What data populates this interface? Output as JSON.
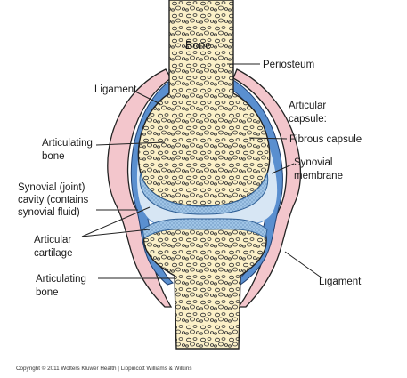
{
  "labels": {
    "bone_top": "Bone",
    "periosteum": "Periosteum",
    "ligament_top": "Ligament",
    "articular_capsule": [
      "Articular",
      "capsule:"
    ],
    "articulating_bone_top": [
      "Articulating",
      "bone"
    ],
    "fibrous_capsule": "Fibrous capsule",
    "synovial_membrane": [
      "Synovial",
      "membrane"
    ],
    "synovial_cavity": [
      "Synovial (joint)",
      "cavity (contains",
      "synovial fluid)"
    ],
    "articular_cartilage": [
      "Articular",
      "cartilage"
    ],
    "articulating_bone_bottom": [
      "Articulating",
      "bone"
    ],
    "ligament_bottom": "Ligament"
  },
  "copyright": "Copyright © 2011 Wolters Kluwer Health | Lippincott Williams & Wilkins",
  "colors": {
    "bone": "#fbf0c8",
    "ligament": "#f3c6cc",
    "capsule": "#5a8fcf",
    "membrane": "#b7d4ec",
    "cavity": "#d7e6f4",
    "cartilage": "#9fc4e6",
    "outline": "#222222"
  }
}
